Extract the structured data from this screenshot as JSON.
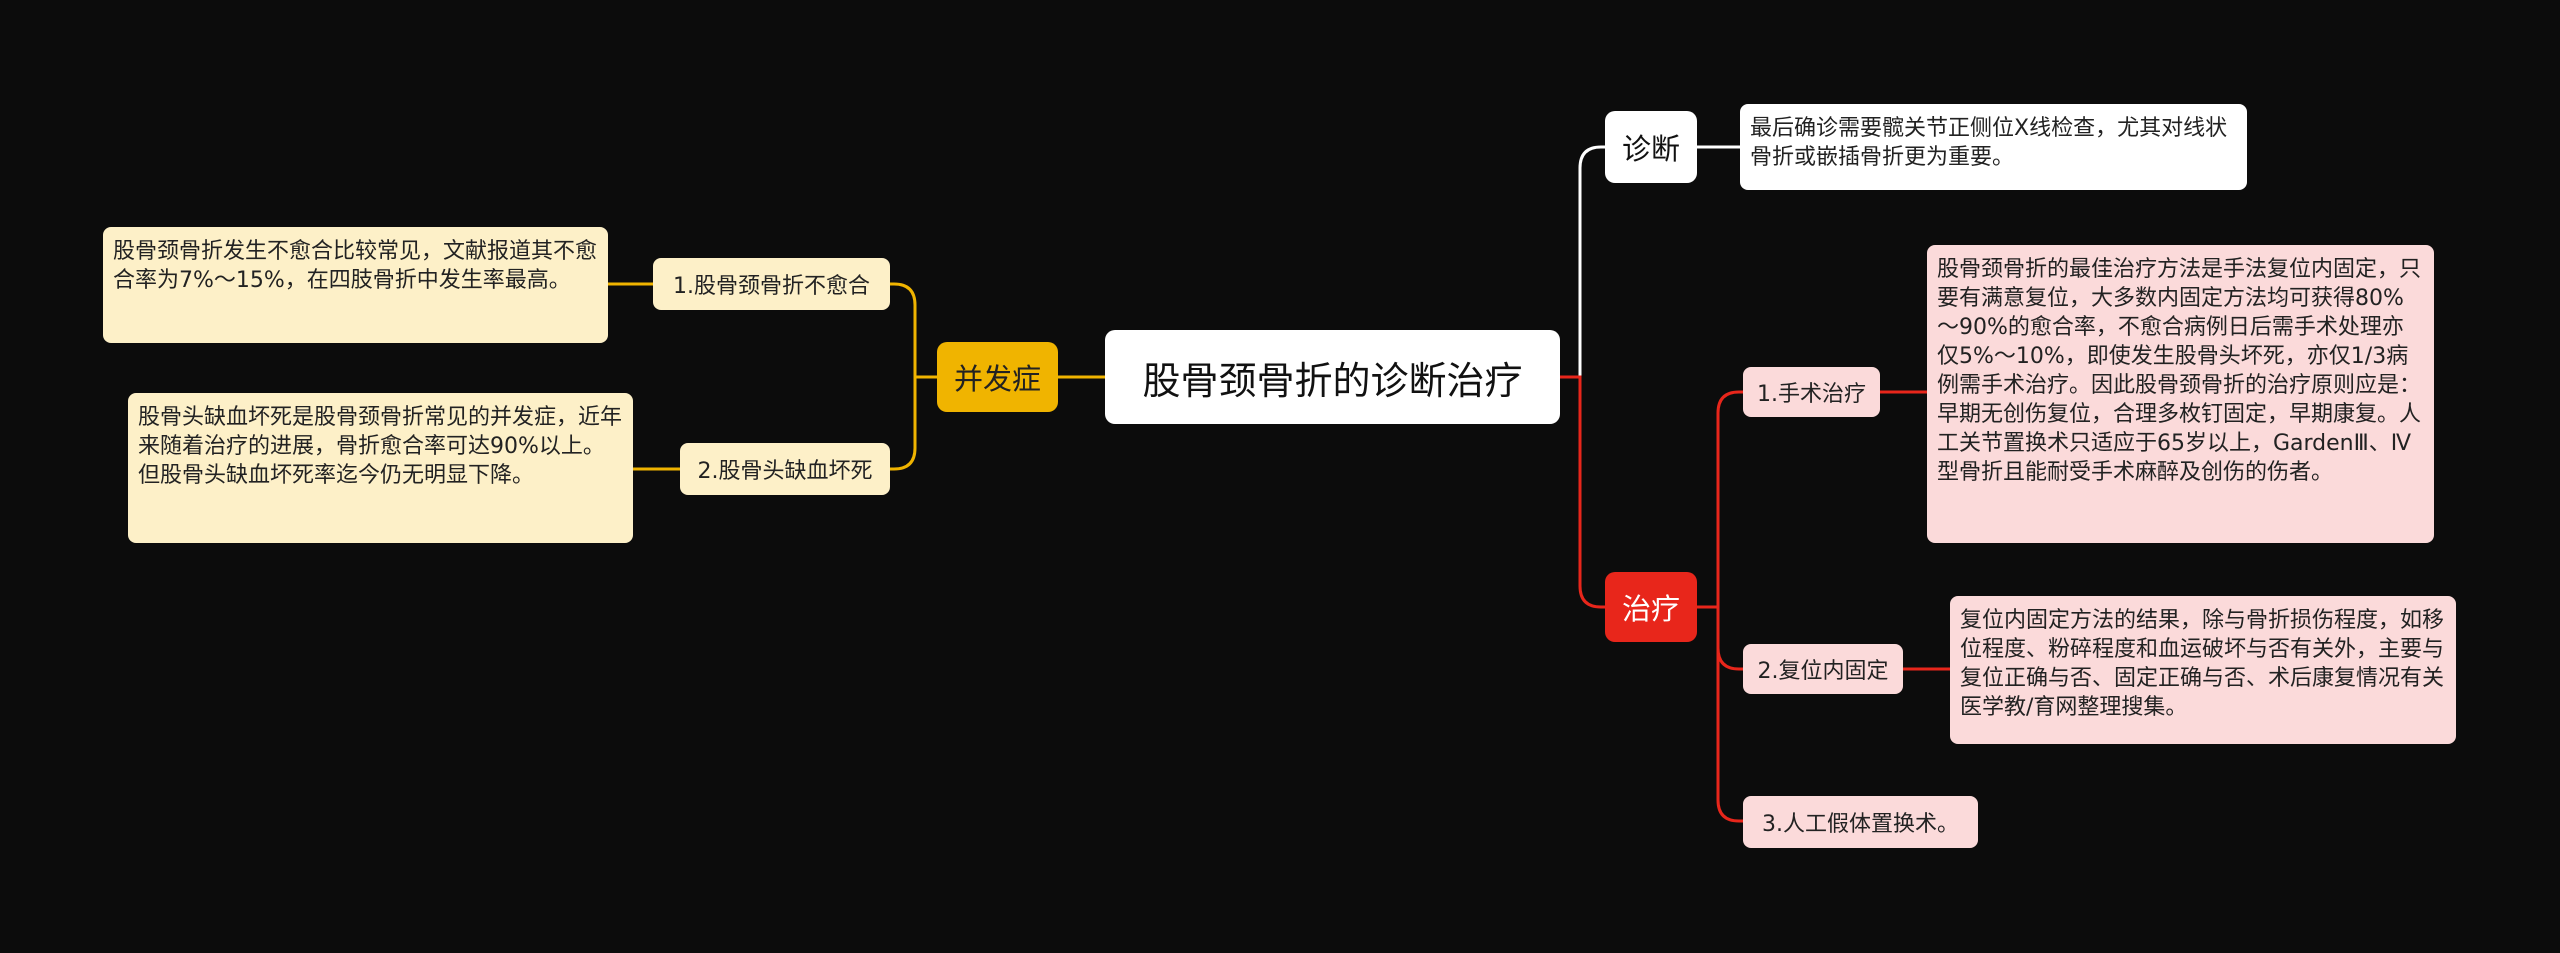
{
  "center": {
    "title": "股骨颈骨折的诊断治疗"
  },
  "colors": {
    "background": "#0c0c0c",
    "red": "#e8261b",
    "yellow": "#f0b400",
    "pink": "#fbdada",
    "cream": "#fdf0c8",
    "white": "#ffffff"
  },
  "diagnosis": {
    "label": "诊断",
    "text": "最后确诊需要髋关节正侧位X线检查，尤其对线状骨折或嵌插骨折更为重要。"
  },
  "treatment": {
    "label": "治疗",
    "items": [
      {
        "label": "1.手术治疗",
        "text": "股骨颈骨折的最佳治疗方法是手法复位内固定，只要有满意复位，大多数内固定方法均可获得80%～90%的愈合率，不愈合病例日后需手术处理亦仅5%～10%，即使发生股骨头坏死，亦仅1/3病例需手术治疗。因此股骨颈骨折的治疗原则应是：早期无创伤复位，合理多枚钉固定，早期康复。人工关节置换术只适应于65岁以上，GardenⅢ、Ⅳ型骨折且能耐受手术麻醉及创伤的伤者。"
      },
      {
        "label": "2.复位内固定",
        "text": "复位内固定方法的结果，除与骨折损伤程度，如移位程度、粉碎程度和血运破坏与否有关外，主要与复位正确与否、固定正确与否、术后康复情况有关医学教/育网整理搜集。"
      },
      {
        "label": "3.人工假体置换术。"
      }
    ]
  },
  "complications": {
    "label": "并发症",
    "items": [
      {
        "label": "1.股骨颈骨折不愈合",
        "text": "股骨颈骨折发生不愈合比较常见，文献报道其不愈合率为7%～15%，在四肢骨折中发生率最高。"
      },
      {
        "label": "2.股骨头缺血坏死",
        "text": "股骨头缺血坏死是股骨颈骨折常见的并发症，近年来随着治疗的进展，骨折愈合率可达90%以上。但股骨头缺血坏死率迄今仍无明显下降。"
      }
    ]
  }
}
